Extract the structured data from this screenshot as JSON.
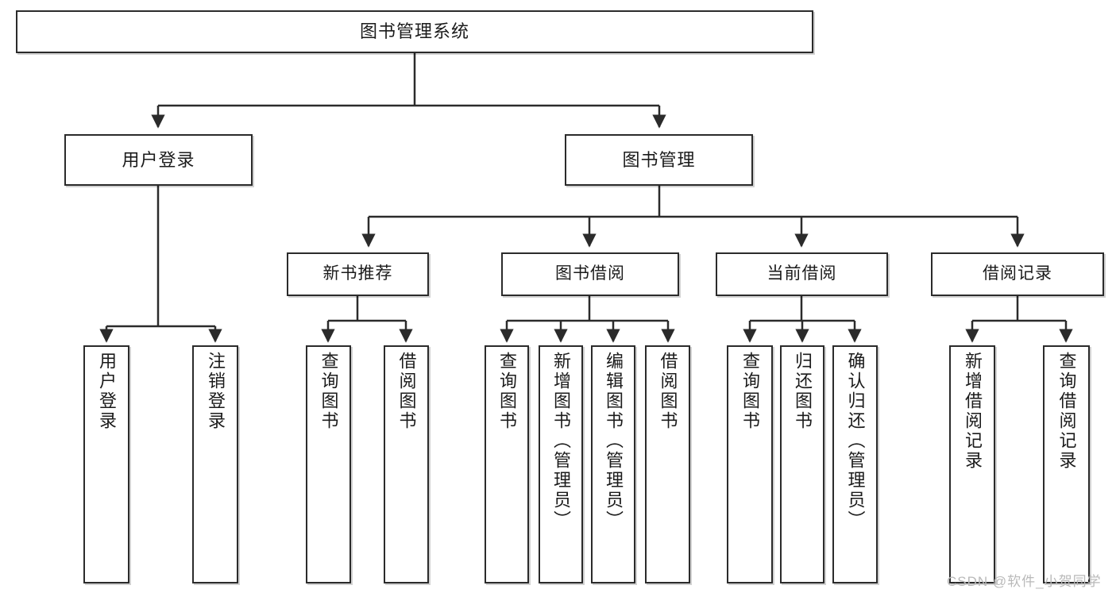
{
  "diagram": {
    "type": "tree-hierarchy-chart",
    "title": "图书管理系统",
    "watermark": "CSDN @软件_小贺同学",
    "colors": {
      "stroke": "#2b2b2b",
      "fill": "#ffffff",
      "text": "#1b1b1b",
      "watermark": "#b9b9b9"
    },
    "nodes": {
      "root": {
        "label": "图书管理系统"
      },
      "level2": [
        {
          "label": "用户登录"
        },
        {
          "label": "图书管理"
        }
      ],
      "level3": [
        {
          "label": "新书推荐"
        },
        {
          "label": "图书借阅"
        },
        {
          "label": "当前借阅"
        },
        {
          "label": "借阅记录"
        }
      ],
      "leaves": {
        "user_login": [
          {
            "label": "用户登录"
          },
          {
            "label": "注销登录"
          }
        ],
        "new_book_recommend": [
          {
            "label": "查询图书"
          },
          {
            "label": "借阅图书"
          }
        ],
        "book_borrow": [
          {
            "label": "查询图书"
          },
          {
            "label": "新增图书（管理员）"
          },
          {
            "label": "编辑图书（管理员）"
          },
          {
            "label": "借阅图书"
          }
        ],
        "current_borrow": [
          {
            "label": "查询图书"
          },
          {
            "label": "归还图书"
          },
          {
            "label": "确认归还（管理员）"
          }
        ],
        "borrow_record": [
          {
            "label": "新增借阅记录"
          },
          {
            "label": "查询借阅记录"
          }
        ]
      }
    }
  }
}
